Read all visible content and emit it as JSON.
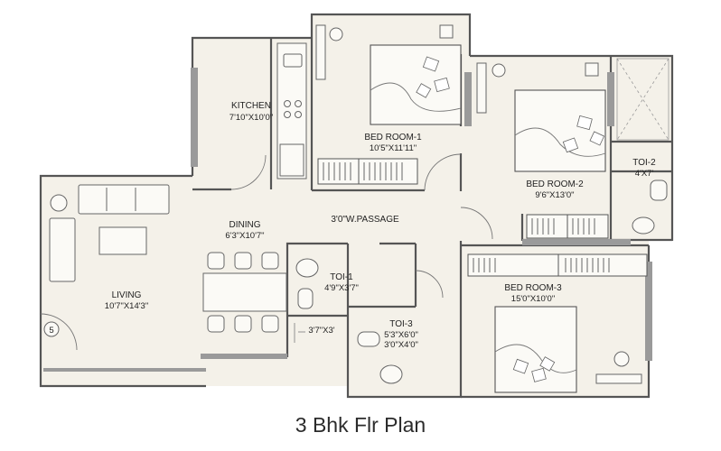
{
  "caption": "3 Bhk Flr Plan",
  "rooms": {
    "kitchen": {
      "name": "KITCHEN",
      "dim": "7'10\"X10'0\""
    },
    "bed1": {
      "name": "BED ROOM-1",
      "dim": "10'5\"X11'11\""
    },
    "bed2": {
      "name": "BED ROOM-2",
      "dim": "9'6\"X13'0\""
    },
    "toi2": {
      "name": "TOI-2",
      "dim": "4'X7'"
    },
    "dining": {
      "name": "DINING",
      "dim": "6'3\"X10'7\""
    },
    "passage": {
      "label": "3'0\"W.PASSAGE"
    },
    "living": {
      "name": "LIVING",
      "dim": "10'7\"X14'3\""
    },
    "toi1": {
      "name": "TOI-1",
      "dim": "4'9\"X3'7\""
    },
    "utility": {
      "dim": "3'7\"X3'"
    },
    "toi3": {
      "name": "TOI-3",
      "dim1": "5'3\"X6'0\"",
      "dim2": "3'0\"X4'0\""
    },
    "bed3": {
      "name": "BED ROOM-3",
      "dim": "15'0\"X10'0\""
    }
  },
  "marker": "5",
  "colors": {
    "floor": "#f4f1e9",
    "wall": "#555555",
    "window": "#9a9a9a"
  }
}
